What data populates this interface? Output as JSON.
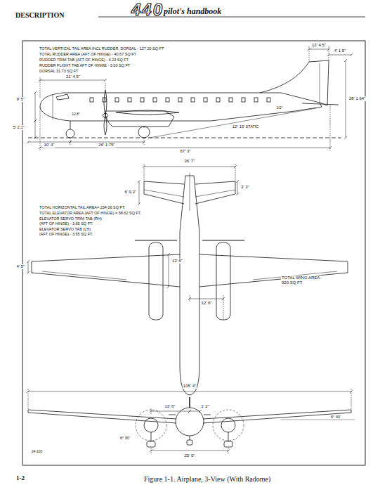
{
  "diagram": {
    "title": "DESCRIPTION",
    "caption": "Figure 1-1. Airplane, 3-View (With Radome)",
    "labels": [
      "440",
      "pilot's handbook",
      "24,100",
      "1-2",
      "TOTAL VERTICAL TAIL AREA INCL RUDDER, DORSAL - 127.20 SQ FT",
      "TOTAL RUDDER AREA (AFT OF HINGE) - 40.67 SQ FT",
      "RUDDER TRIM TAB (AFT OF HINGE) - 3.23 SQ FT",
      "RUDDER FLIGHT TAB AFT OF HINGE - 3.00 SQ FT",
      "DORSAL 31.73 SQ FT",
      "12' 4.5\"",
      "4' 1.5\"",
      "21' 4.5\"",
      "9' 5\"",
      "1/2°",
      "12.8°",
      "5' 2.1\"",
      "12° 15' STATIC",
      "10' 4\"",
      "26' 1.75\"",
      "67' 3\"",
      "28' 1.64\"",
      "36' 7\"",
      "3' 3\"",
      "6' 9.3\"",
      "TOTAL HORIZONTAL TAIL AREA= 234.06 SQ FT.",
      "TOTAL ELEVATOR AREA (AFT OF HINGE) = 58.62 SQ FT.",
      "ELEVATOR SERVO TRIM TAB (RH)",
      "(AFT OF HINGE) - 3.65 SQ FT.",
      "ELEVATOR SERVO TAB (LH)",
      "(AFT OF HINGE) - 3.65 SQ FT.",
      "4' 5\"",
      "13' 6\"",
      "TOTAL WING AREA - 920 SQ FT.",
      "12' 6\"",
      "105' 4\"",
      "13' 6\"",
      "1' 2\"",
      "6° 30'",
      "6° 30'",
      "25' 0\""
    ]
  }
}
